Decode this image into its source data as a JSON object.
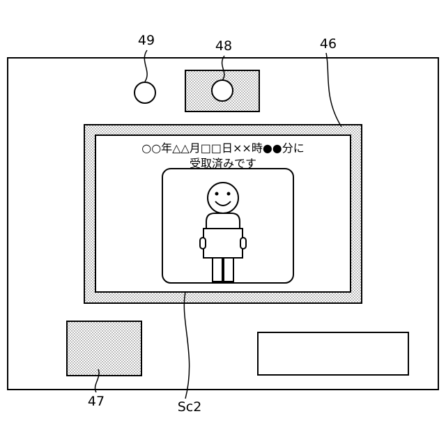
{
  "labels": {
    "camera_lamp": "49",
    "camera_unit": "48",
    "display_panel": "46",
    "card_reader": "47",
    "screen": "Sc2"
  },
  "screen": {
    "message_line1": "○○年△△月□□日××時●●分に",
    "message_line2": "受取済みです"
  },
  "colors": {
    "line": "#000000",
    "background": "#ffffff",
    "stipple": "#555555"
  },
  "icons": {
    "person": "person-holding-parcel-icon"
  }
}
